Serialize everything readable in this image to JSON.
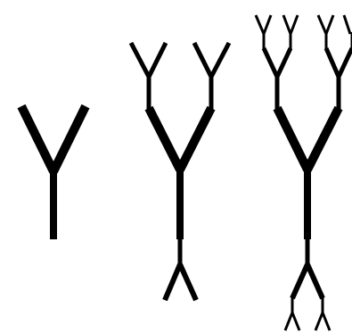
{
  "figure": {
    "kind": "branching-tree-stages",
    "stage_count": 3,
    "stroke_color": "#000000",
    "background_color": "#ffffff"
  },
  "stages": [
    {
      "name": "stage-1",
      "upward_branch_levels": 1,
      "downward_branch_levels": 0
    },
    {
      "name": "stage-2",
      "upward_branch_levels": 2,
      "downward_branch_levels": 1
    },
    {
      "name": "stage-3",
      "upward_branch_levels": 3,
      "downward_branch_levels": 2
    }
  ]
}
